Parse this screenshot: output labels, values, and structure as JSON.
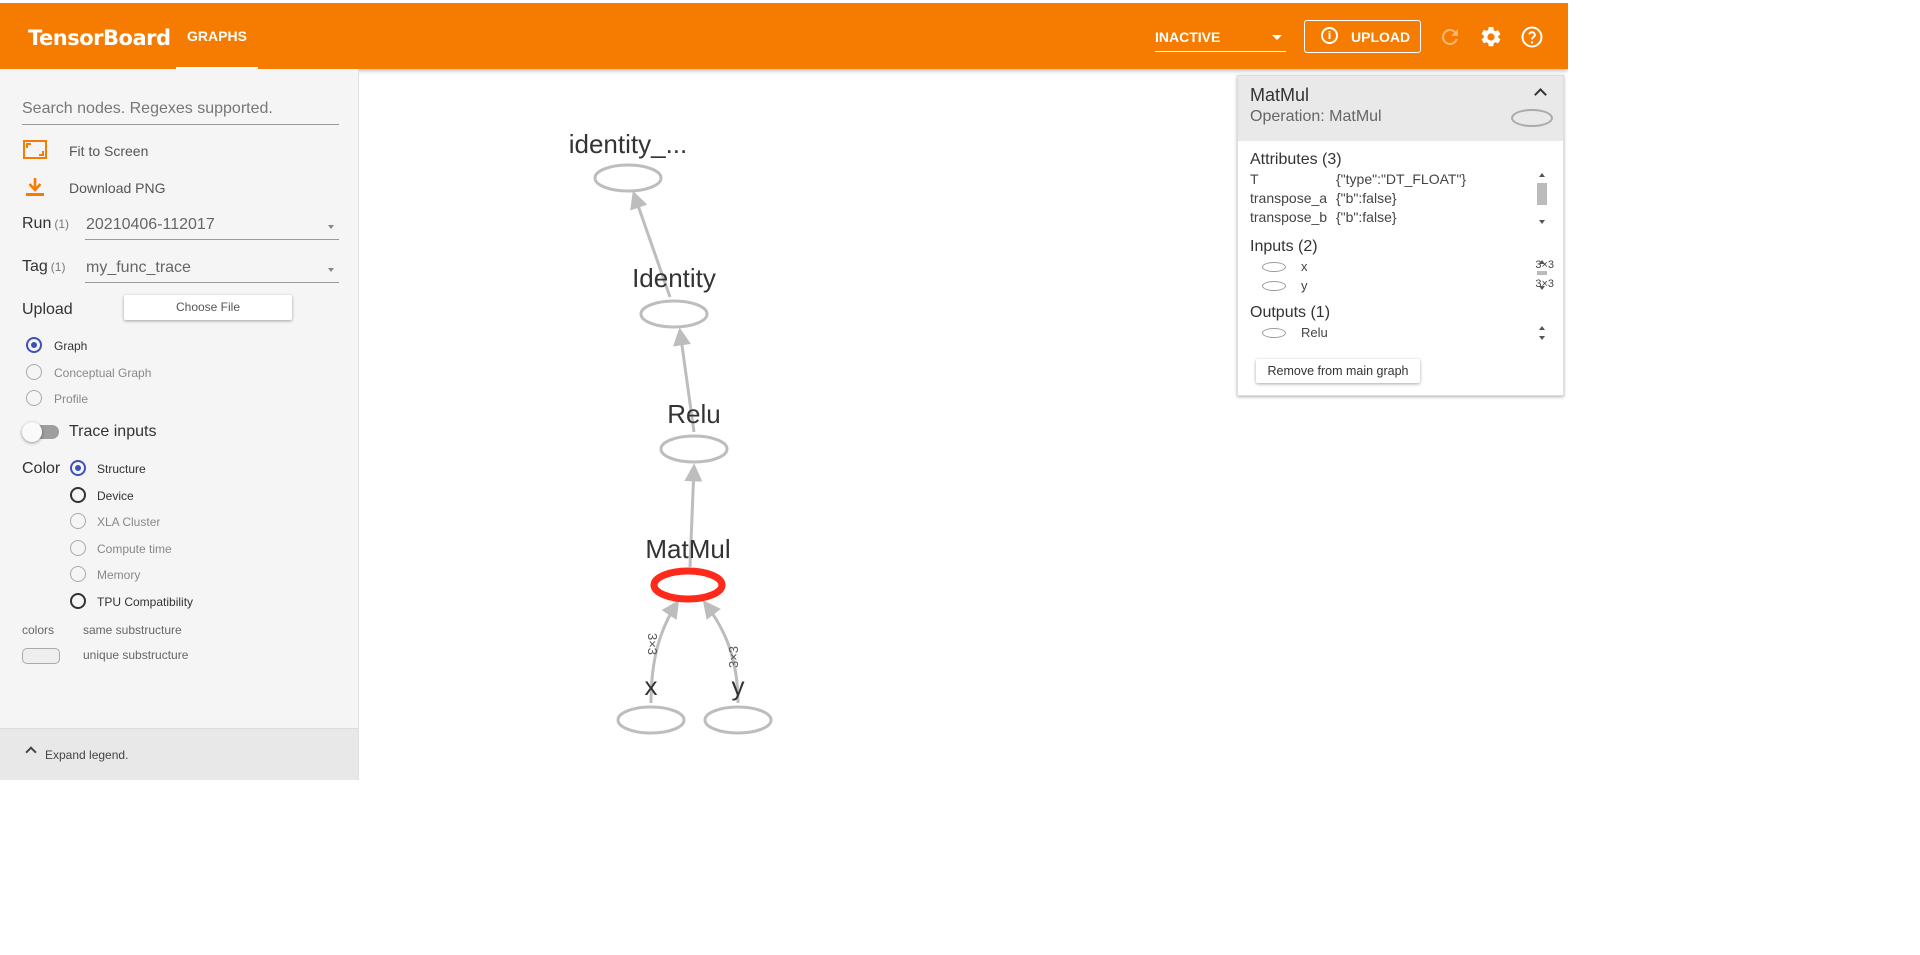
{
  "app": {
    "title": "TensorBoard"
  },
  "tabs": [
    {
      "label": "GRAPHS",
      "active": true
    }
  ],
  "toolbar": {
    "run_select": "INACTIVE",
    "upload_label": "UPLOAD",
    "reload_icon": "reload-icon",
    "settings_icon": "gear-icon",
    "help_icon": "help-icon"
  },
  "colors": {
    "accent": "#f57c00",
    "selected_node": "#ff2a1a",
    "node_stroke": "#bdbdbd",
    "radio_selected": "#3f51b5"
  },
  "sidebar": {
    "search_placeholder": "Search nodes. Regexes supported.",
    "fit_label": "Fit to Screen",
    "download_label": "Download PNG",
    "run": {
      "label": "Run",
      "count": "(1)",
      "value": "20210406-112017"
    },
    "tag": {
      "label": "Tag",
      "count": "(1)",
      "value": "my_func_trace"
    },
    "upload": {
      "label": "Upload",
      "button": "Choose File"
    },
    "graph_types": [
      {
        "label": "Graph",
        "selected": true
      },
      {
        "label": "Conceptual Graph",
        "selected": false
      },
      {
        "label": "Profile",
        "selected": false
      }
    ],
    "trace_inputs": {
      "label": "Trace inputs",
      "on": false
    },
    "color": {
      "label": "Color",
      "options": [
        {
          "label": "Structure",
          "selected": true
        },
        {
          "label": "Device",
          "selected": false
        },
        {
          "label": "XLA Cluster",
          "selected": false
        },
        {
          "label": "Compute time",
          "selected": false
        },
        {
          "label": "Memory",
          "selected": false
        },
        {
          "label": "TPU Compatibility",
          "selected": false
        }
      ]
    },
    "legend": {
      "colors": "colors",
      "same": "same substructure",
      "unique": "unique substructure"
    },
    "expand_label": "Expand legend."
  },
  "graph": {
    "nodes": [
      {
        "id": "identity",
        "label": "identity_..."
      },
      {
        "id": "Identity",
        "label": "Identity"
      },
      {
        "id": "Relu",
        "label": "Relu"
      },
      {
        "id": "MatMul",
        "label": "MatMul",
        "selected": true
      },
      {
        "id": "x",
        "label": "x"
      },
      {
        "id": "y",
        "label": "y"
      }
    ],
    "edges": [
      {
        "from": "x",
        "to": "MatMul",
        "label": "3×3"
      },
      {
        "from": "y",
        "to": "MatMul",
        "label": "3×3"
      },
      {
        "from": "MatMul",
        "to": "Relu",
        "label": ""
      },
      {
        "from": "Relu",
        "to": "Identity",
        "label": ""
      },
      {
        "from": "Identity",
        "to": "identity",
        "label": ""
      }
    ]
  },
  "info": {
    "title": "MatMul",
    "operation": "Operation: MatMul",
    "attributes_title": "Attributes (3)",
    "attributes": [
      {
        "key": "T",
        "value": "{\"type\":\"DT_FLOAT\"}"
      },
      {
        "key": "transpose_a",
        "value": "{\"b\":false}"
      },
      {
        "key": "transpose_b",
        "value": "{\"b\":false}"
      }
    ],
    "inputs_title": "Inputs (2)",
    "inputs": [
      {
        "name": "x",
        "shape": "3×3"
      },
      {
        "name": "y",
        "shape": "3×3"
      }
    ],
    "outputs_title": "Outputs (1)",
    "outputs": [
      {
        "name": "Relu"
      }
    ],
    "remove_label": "Remove from main graph"
  }
}
